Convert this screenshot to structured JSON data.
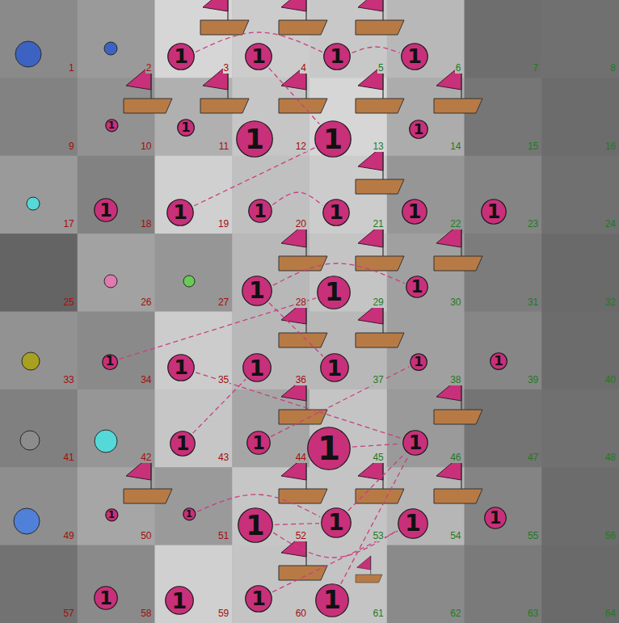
{
  "diagram": {
    "nodes": [
      {
        "text": [
          "1"
        ]
      },
      {
        "text": [
          "2"
        ]
      },
      {
        "text": [
          "3"
        ]
      },
      {
        "text": [
          "1"
        ],
        "in": 2
      },
      {
        "text": [
          "4"
        ]
      },
      {
        "text": [
          "1"
        ],
        "in": 4
      },
      {
        "text": [
          "5"
        ]
      },
      {
        "text": [
          "1"
        ],
        "in": 6
      },
      {
        "text": [
          "6"
        ]
      },
      {
        "text": [
          "1"
        ],
        "in": 8
      },
      {
        "text": [
          "7"
        ]
      },
      {
        "text": [
          "8"
        ]
      },
      {
        "text": [
          "9"
        ]
      },
      {
        "text": [
          "10"
        ]
      },
      {
        "text": [
          "1"
        ],
        "in": 13
      },
      {
        "text": [
          "11"
        ]
      },
      {
        "text": [
          "1"
        ],
        "in": 15
      },
      {
        "text": [
          "12"
        ]
      },
      {
        "text": [
          "1"
        ],
        "in": 17
      },
      {
        "text": [
          "13"
        ]
      },
      {
        "text": [
          "1"
        ],
        "in": 19
      },
      {
        "text": [
          "14"
        ]
      },
      {
        "text": [
          "1"
        ],
        "in": 21
      },
      {
        "text": [
          "15"
        ]
      },
      {
        "text": [
          "16"
        ]
      },
      {
        "text": [
          "17"
        ]
      },
      {
        "text": [
          "18"
        ]
      },
      {
        "text": [
          "1"
        ],
        "in": 26
      },
      {
        "text": [
          "19"
        ]
      },
      {
        "text": [
          "1"
        ],
        "in": 28
      },
      {
        "text": [
          "20"
        ]
      },
      {
        "text": [
          "1"
        ],
        "in": 30
      },
      {
        "text": [
          "21"
        ]
      },
      {
        "text": [
          "1"
        ],
        "in": 32
      },
      {
        "text": [
          "22"
        ]
      },
      {
        "text": [
          "1"
        ],
        "in": 34
      },
      {
        "text": [
          "23"
        ]
      },
      {
        "text": [
          "1"
        ],
        "in": 36
      },
      {
        "text": [
          "24"
        ]
      },
      {
        "text": [
          "25"
        ]
      },
      {
        "text": [
          "26"
        ]
      },
      {
        "text": [
          "27"
        ]
      },
      {
        "text": [
          "28"
        ]
      },
      {
        "text": [
          "1"
        ],
        "in": 42
      },
      {
        "text": [
          "29"
        ]
      },
      {
        "text": [
          "1"
        ],
        "in": 44
      },
      {
        "text": [
          "30"
        ]
      },
      {
        "text": [
          "1"
        ],
        "in": 46
      },
      {
        "text": [
          "31"
        ]
      },
      {
        "text": [
          "32"
        ]
      },
      {
        "text": [
          "33"
        ]
      },
      {
        "text": [
          "34"
        ]
      },
      {
        "text": [
          "1"
        ],
        "in": 51
      },
      {
        "text": [
          "35"
        ]
      },
      {
        "text": [
          "1"
        ],
        "in": 53
      },
      {
        "text": [
          "36"
        ]
      },
      {
        "text": [
          "1"
        ],
        "in": 55
      },
      {
        "text": [
          "37"
        ]
      },
      {
        "text": [
          "1"
        ],
        "in": 57
      },
      {
        "text": [
          "38"
        ]
      },
      {
        "text": [
          "1"
        ],
        "in": 59
      },
      {
        "text": [
          "39"
        ]
      },
      {
        "text": [
          "1"
        ],
        "in": 61
      },
      {
        "text": [
          "40"
        ]
      },
      {
        "text": [
          "41"
        ]
      },
      {
        "text": [
          "42"
        ]
      },
      {
        "text": [
          "43"
        ]
      },
      {
        "text": [
          "1"
        ],
        "in": 66
      },
      {
        "text": [
          "44"
        ]
      },
      {
        "text": [
          "1"
        ],
        "in": 68
      },
      {
        "text": [
          "45"
        ]
      },
      {
        "text": [
          "1"
        ],
        "in": 70
      },
      {
        "text": [
          "46"
        ]
      },
      {
        "text": [
          "1"
        ],
        "in": 72
      },
      {
        "text": [
          "47"
        ]
      },
      {
        "text": [
          "48"
        ]
      },
      {
        "text": [
          "49"
        ]
      },
      {
        "text": [
          "50"
        ]
      },
      {
        "text": [
          "1"
        ],
        "in": 77
      },
      {
        "text": [
          "51"
        ]
      },
      {
        "text": [
          "1"
        ],
        "in": 79
      },
      {
        "text": [
          "52"
        ]
      },
      {
        "text": [
          "1"
        ],
        "in": 81
      },
      {
        "text": [
          "53"
        ]
      },
      {
        "text": [
          "1"
        ],
        "in": 83
      },
      {
        "text": [
          "54"
        ]
      },
      {
        "text": [
          "1"
        ],
        "in": 85
      },
      {
        "text": [
          "55"
        ]
      },
      {
        "text": [
          "1"
        ],
        "in": 87
      },
      {
        "text": [
          "56"
        ]
      },
      {
        "text": [
          "57"
        ]
      },
      {
        "text": [
          "58"
        ]
      },
      {
        "text": [
          "1"
        ],
        "in": 91
      },
      {
        "text": [
          "59"
        ]
      },
      {
        "text": [
          "1"
        ],
        "in": 93
      },
      {
        "text": [
          "60"
        ]
      },
      {
        "text": [
          "1"
        ],
        "in": 95
      },
      {
        "text": [
          "61"
        ]
      },
      {
        "text": [
          "1"
        ],
        "in": 97
      },
      {
        "text": [
          "62"
        ]
      },
      {
        "text": [
          "63"
        ]
      },
      {
        "text": [
          "64"
        ]
      }
    ],
    "edges": [
      {
        "from": 3,
        "to": 7,
        "arrow": "none"
      },
      {
        "from": 7,
        "to": 9,
        "arrow": "none"
      },
      {
        "from": 5,
        "to": 20,
        "arrow": "none"
      },
      {
        "from": 20,
        "to": 29,
        "arrow": "none"
      },
      {
        "from": 31,
        "to": 33,
        "arrow": "none"
      },
      {
        "from": 43,
        "to": 47,
        "arrow": "none"
      },
      {
        "from": 52,
        "to": 45,
        "arrow": "none"
      },
      {
        "from": 43,
        "to": 58,
        "arrow": "none"
      },
      {
        "from": 54,
        "to": 73,
        "arrow": "none"
      },
      {
        "from": 69,
        "to": 60,
        "arrow": "none"
      },
      {
        "from": 67,
        "to": 56,
        "arrow": "none"
      },
      {
        "from": 71,
        "to": 73,
        "arrow": "none"
      },
      {
        "from": 80,
        "to": 84,
        "arrow": "none"
      },
      {
        "from": 82,
        "to": 86,
        "arrow": "none"
      },
      {
        "from": 96,
        "to": 86,
        "arrow": "none"
      },
      {
        "from": 84,
        "to": 73,
        "arrow": "none"
      },
      {
        "from": 82,
        "to": 84,
        "arrow": "none"
      },
      {
        "from": 98,
        "to": 73,
        "arrow": "none"
      }
    ]
  }
}
